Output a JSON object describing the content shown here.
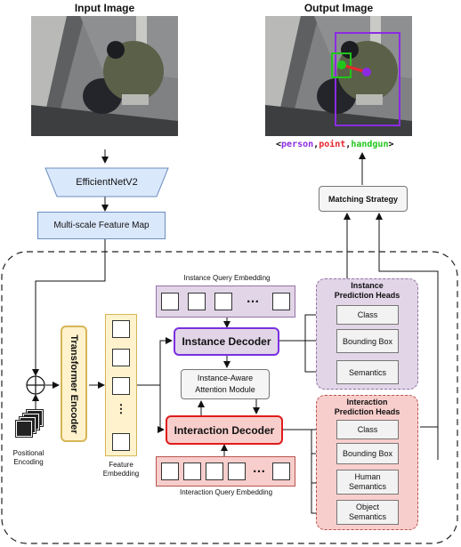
{
  "input_image": {
    "title": "Input Image"
  },
  "output_image": {
    "title": "Output Image",
    "triplet": {
      "open": "<",
      "subject": "person",
      "sep1": ",",
      "verb": "point",
      "sep2": ",",
      "object": "handgun",
      "close": ">"
    }
  },
  "backbone": {
    "label": "EfficientNetV2"
  },
  "feature_map": {
    "label": "Multi-scale Feature Map"
  },
  "matching": {
    "label": "Matching Strategy"
  },
  "positional_encoding": {
    "label_line1": "Positional",
    "label_line2": "Encoding"
  },
  "transformer_encoder": {
    "label": "Transformer Encoder"
  },
  "feature_embedding": {
    "label_line1": "Feature",
    "label_line2": "Embedding",
    "ellipsis": "⋮"
  },
  "instance_query": {
    "label": "Instance Query Embedding",
    "ellipsis": "…"
  },
  "interaction_query": {
    "label": "Interaction Query Embedding",
    "ellipsis": "…"
  },
  "instance_decoder": {
    "label": "Instance Decoder"
  },
  "attention_module": {
    "label_line1": "Instance-Aware",
    "label_line2": "Attention Module"
  },
  "interaction_decoder": {
    "label": "Interaction Decoder"
  },
  "instance_heads": {
    "title_line1": "Instance",
    "title_line2": "Prediction Heads",
    "items": [
      "Class",
      "Bounding Box",
      "Semantics"
    ]
  },
  "interaction_heads": {
    "title_line1": "Interaction",
    "title_line2": "Prediction Heads",
    "items": [
      "Class",
      "Bounding Box",
      "Human Semantics",
      "Object Semantics"
    ]
  },
  "colors": {
    "person": "#8b2be2",
    "point": "#e8262d",
    "handgun": "#22c51c",
    "backbone_fill": "#dae8fc",
    "instance_heads_fill": "#e1d5e7",
    "interaction_heads_fill": "#f8cecc",
    "encoder_fill": "#fff2cc"
  }
}
